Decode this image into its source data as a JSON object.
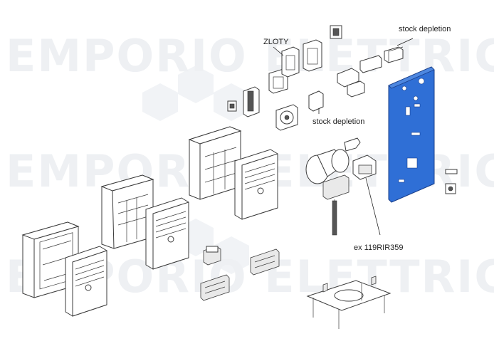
{
  "watermark": {
    "row1": "EMPORIO ELETTRICO",
    "row2": "EMPORIO ELETTRICO",
    "row3": "EMPORIO ELETTRICO"
  },
  "labels": {
    "zloty": "ZLOTY",
    "stock_depletion_top": "stock depletion",
    "stock_depletion_mid": "stock depletion",
    "ex_part": "ex 119RIR359"
  },
  "colors": {
    "backplate": "#2f6fd6",
    "backplate_edge": "#1a3f8a",
    "line": "#3b3b3b",
    "watermark": "#eef0f3"
  }
}
